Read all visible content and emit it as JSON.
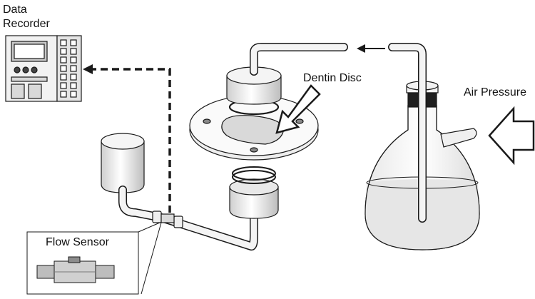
{
  "labels": {
    "data_recorder_line1": "Data",
    "data_recorder_line2": "Recorder",
    "dentin_disc": "Dentin Disc",
    "air_pressure": "Air Pressure",
    "flow_sensor": "Flow Sensor"
  },
  "colors": {
    "line": "#1a1a1a",
    "fill_light": "#f2f2f2",
    "fill_mid": "#d9d9d9",
    "fill_dark": "#8c8c8c",
    "liquid": "#e6e6e6",
    "display": "#c8c8c8"
  }
}
